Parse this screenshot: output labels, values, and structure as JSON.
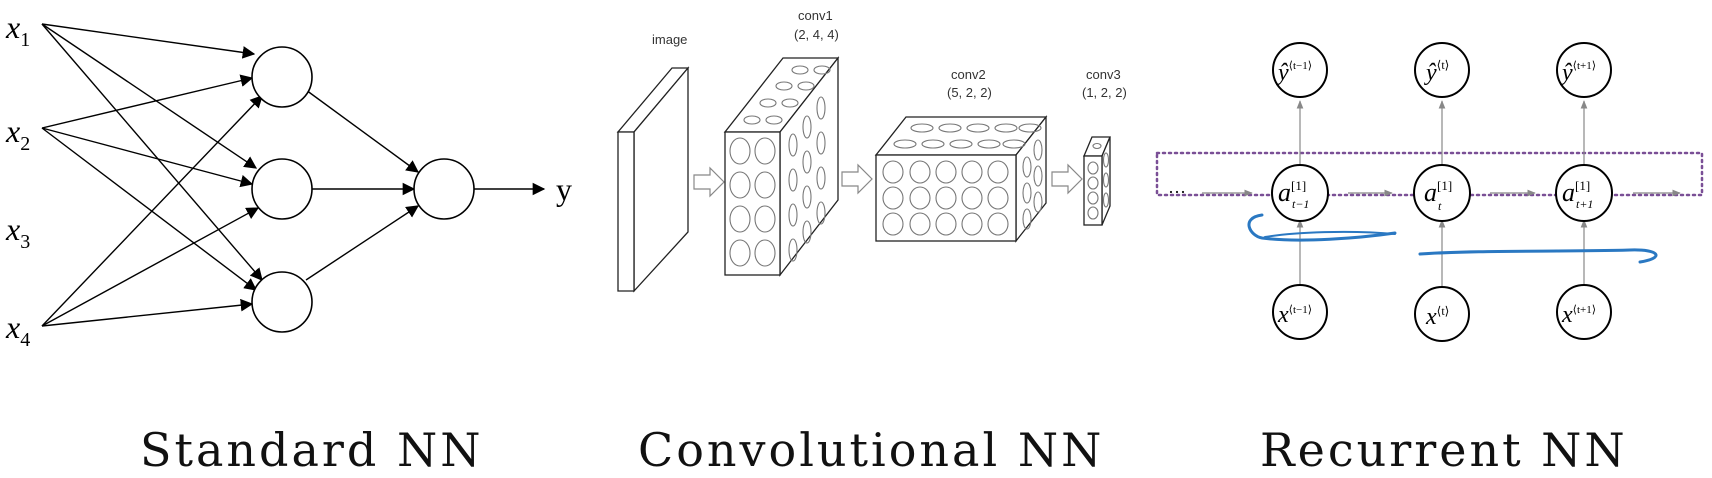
{
  "labels": {
    "standard": "Standard NN",
    "convolutional": "Convolutional NN",
    "recurrent": "Recurrent NN"
  },
  "standard_nn": {
    "inputs": [
      {
        "base": "x",
        "sub": "1"
      },
      {
        "base": "x",
        "sub": "2"
      },
      {
        "base": "x",
        "sub": "3"
      },
      {
        "base": "x",
        "sub": "4"
      }
    ],
    "output": "y"
  },
  "cnn": {
    "image_label": "image",
    "layers": [
      {
        "name": "conv1",
        "dims": "(2, 4, 4)"
      },
      {
        "name": "conv2",
        "dims": "(5, 2, 2)"
      },
      {
        "name": "conv3",
        "dims": "(1, 2, 2)"
      }
    ]
  },
  "rnn": {
    "ellipsis": "···",
    "outputs": [
      {
        "base": "ŷ",
        "sup": "⟨t−1⟩"
      },
      {
        "base": "ŷ",
        "sup": "⟨t⟩"
      },
      {
        "base": "ŷ",
        "sup": "⟨t+1⟩"
      }
    ],
    "hidden": [
      {
        "base": "a",
        "sup": "[1]",
        "sub": "t−1"
      },
      {
        "base": "a",
        "sup": "[1]",
        "sub": "t"
      },
      {
        "base": "a",
        "sup": "[1]",
        "sub": "t+1"
      }
    ],
    "inputs": [
      {
        "base": "x",
        "sup": "⟨t−1⟩"
      },
      {
        "base": "x",
        "sup": "⟨t⟩"
      },
      {
        "base": "x",
        "sup": "⟨t+1⟩"
      }
    ]
  },
  "colors": {
    "dotted_box": "#7a4f96",
    "annotation": "#2a78c2"
  }
}
